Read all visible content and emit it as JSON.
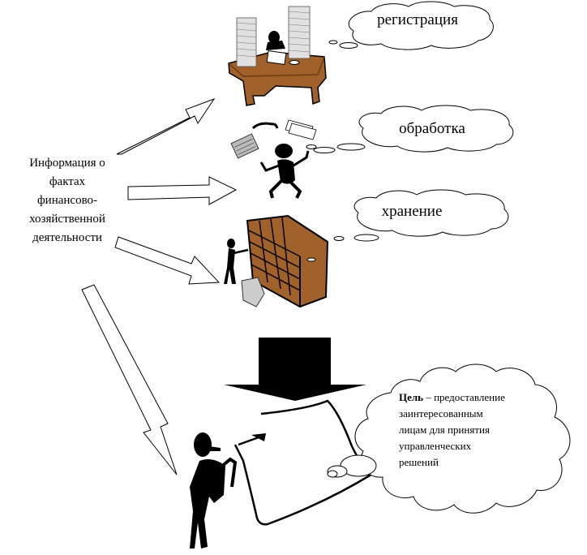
{
  "diagram": {
    "source": {
      "label": "Информация о фактах финансово-хозяйственной деятельности",
      "lines": [
        "Информация о",
        "фактах",
        "финансово-",
        "хозяйственной",
        "деятельности"
      ]
    },
    "stages": [
      {
        "id": "registration",
        "label": "регистрация",
        "illustration": "desk-with-paper-stacks"
      },
      {
        "id": "processing",
        "label": "обработка",
        "illustration": "juggling-figure"
      },
      {
        "id": "storage",
        "label": "хранение",
        "illustration": "filing-cabinet"
      }
    ],
    "goal": {
      "title": "Цель",
      "dash": " – ",
      "text": "предоставление заинтересованным лицам для принятия управленческих решений",
      "lines": [
        "предоставление",
        "заинтересованным",
        "лицам для принятия",
        "управленческих",
        "решений"
      ],
      "illustration": "presenter-with-board"
    },
    "colors": {
      "wood": "#a0612a",
      "wood_dark": "#6b3c14",
      "paper": "#dcdcdc",
      "ink": "#000000",
      "background": "#ffffff"
    }
  }
}
